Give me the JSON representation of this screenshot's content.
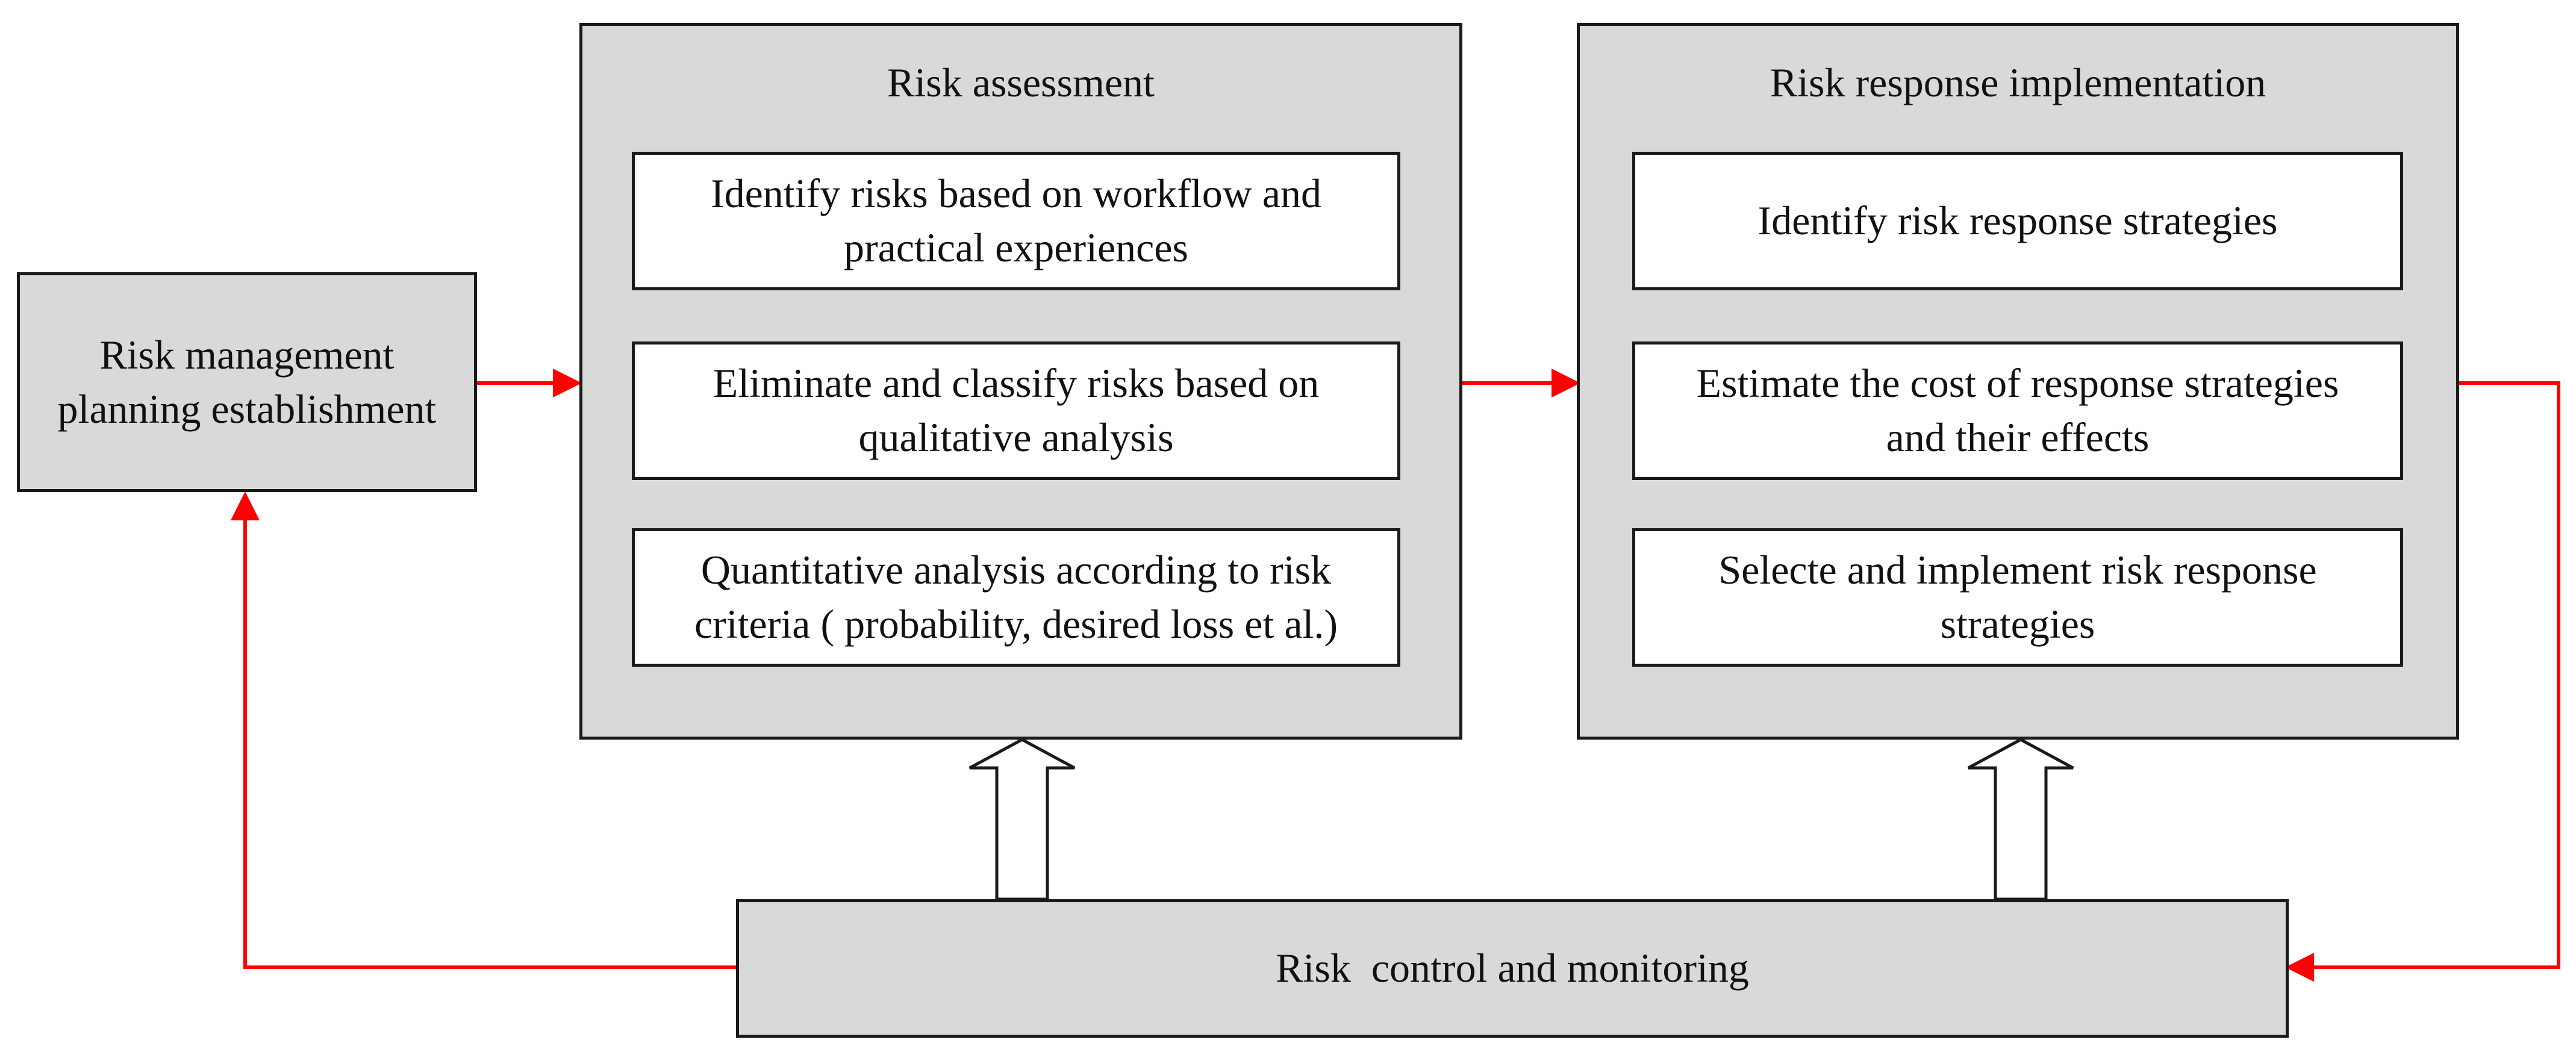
{
  "planning": {
    "label": "Risk management\nplanning establishment"
  },
  "assessment": {
    "title": "Risk assessment",
    "steps": [
      "Identify risks based on workflow and\npractical experiences",
      "Eliminate and classify risks based on\nqualitative analysis",
      "Quantitative analysis according to risk\ncriteria ( probability, desired loss et al.)"
    ]
  },
  "response": {
    "title": "Risk response implementation",
    "steps": [
      "Identify risk response strategies",
      "Estimate the cost of response strategies\nand their effects",
      "Selecte and implement risk response\nstrategies"
    ]
  },
  "control": {
    "label": "Risk  control and monitoring"
  },
  "colors": {
    "box_fill": "#d9d9d9",
    "step_fill": "#ffffff",
    "flow_arrow": "#ff0000",
    "border": "#1a1a1a"
  }
}
